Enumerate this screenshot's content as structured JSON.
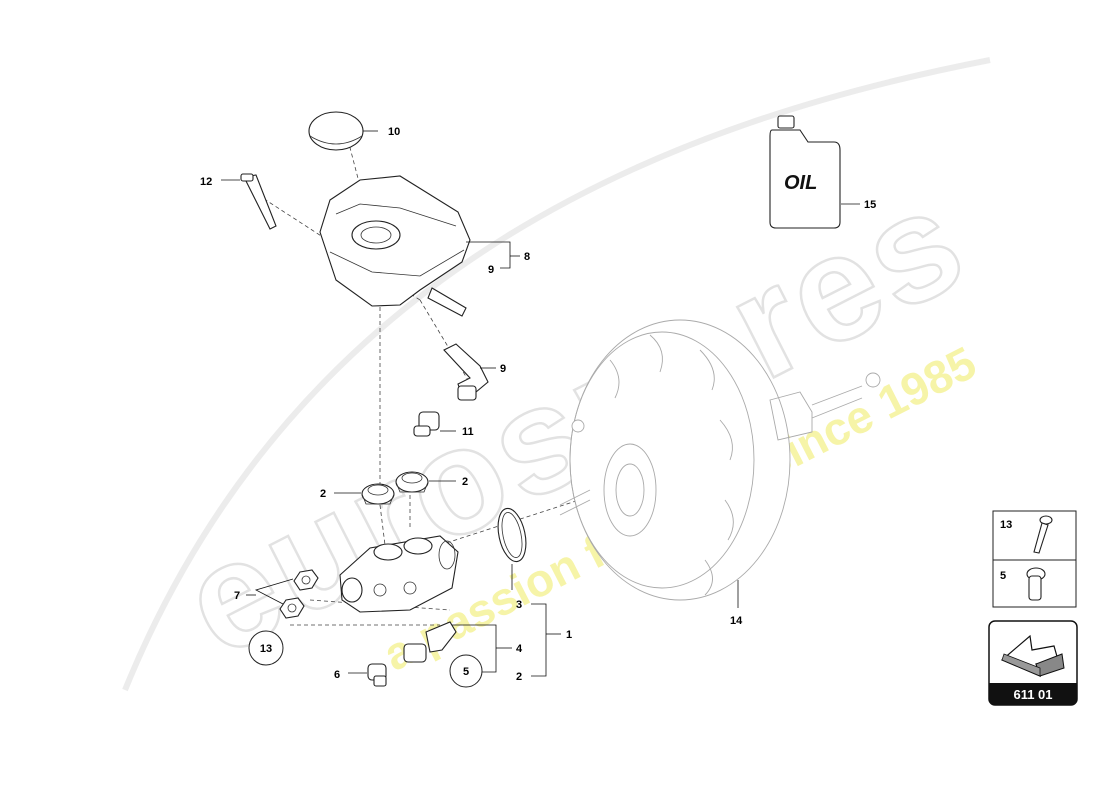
{
  "watermark": {
    "brand": "eurospares",
    "tagline": "a passion for parts since 1985"
  },
  "callouts": {
    "c1": "1",
    "c2a": "2",
    "c2b": "2",
    "c2c": "2",
    "c3": "3",
    "c4": "4",
    "c5": "5",
    "c6": "6",
    "c7": "7",
    "c8": "8",
    "c9a": "9",
    "c9b": "9",
    "c10": "10",
    "c11": "11",
    "c12": "12",
    "c13": "13",
    "c14": "14",
    "c15": "15"
  },
  "oil_can_label": "OIL",
  "legend": {
    "row1_num": "13",
    "row2_num": "5"
  },
  "page_ref": "611 01"
}
